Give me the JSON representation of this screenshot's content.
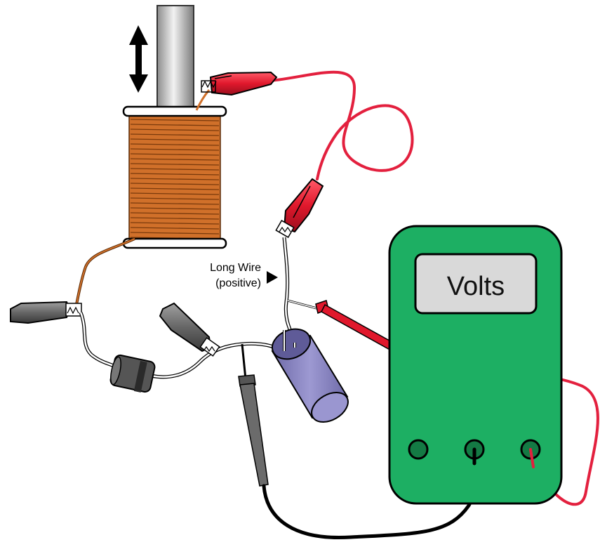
{
  "labels": {
    "long_wire_line1": "Long Wire",
    "long_wire_line2": "(positive)"
  },
  "meter": {
    "display_text": "Volts",
    "body_color": "#1daf63",
    "screen_color": "#d9d9d9"
  },
  "colors": {
    "coil_copper": "#d0702a",
    "red_lead": "#e3203e",
    "black_lead": "#000000",
    "red_clip": "#e0182c",
    "gray_clip": "#6a6a6a",
    "capacitor": "#8a86c2",
    "diode": "#555555"
  },
  "icons": {
    "motion_arrow": "double-arrow-up-down-icon",
    "pointer": "triangle-right-icon"
  }
}
